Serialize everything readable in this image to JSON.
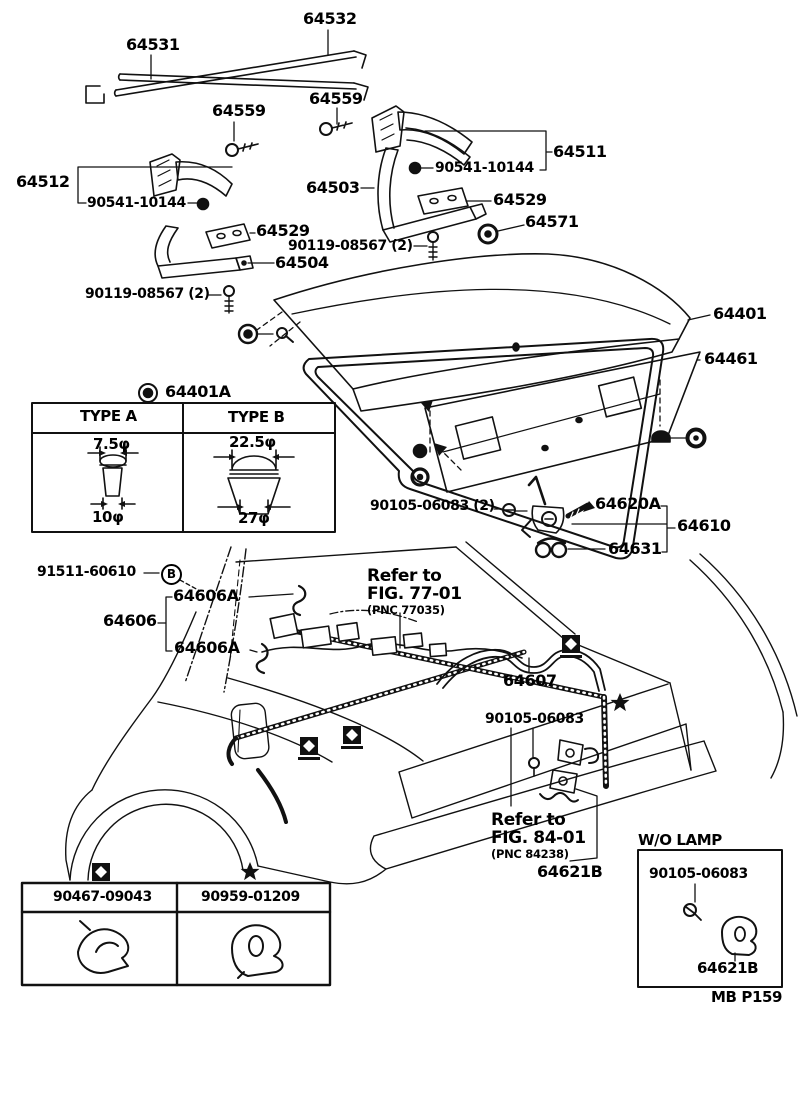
{
  "diagram": {
    "page_code": "MB P159",
    "callouts": {
      "c64531": "64531",
      "c64532": "64532",
      "c64559": "64559",
      "c64511": "64511",
      "c64512": "64512",
      "c90541": "90541-10144",
      "c64503": "64503",
      "c64529": "64529",
      "c64571": "64571",
      "c90119": "90119-08567 (2)",
      "c64504": "64504",
      "c64401": "64401",
      "c64461": "64461",
      "c64401A": "64401A",
      "c90105_2": "90105-06083 (2)",
      "c90105": "90105-06083",
      "c64620A": "64620A",
      "c64610": "64610",
      "c64631": "64631",
      "c91511": "91511-60610",
      "c64606A": "64606A",
      "c64606": "64606",
      "c64607": "64607",
      "c64621B": "64621B"
    },
    "markers": {
      "circled_b": "B"
    },
    "notes": {
      "refer77": {
        "l1": "Refer to",
        "l2": "FIG. 77-01",
        "l3": "(PNC 77035)"
      },
      "refer84": {
        "l1": "Refer to",
        "l2": "FIG. 84-01",
        "l3": "(PNC 84238)"
      }
    },
    "type_table": {
      "marker_part": "64401A",
      "type_a": "TYPE A",
      "type_b": "TYPE B",
      "a_dim_top": "7.5φ",
      "a_dim_bottom": "10φ",
      "b_dim_top": "22.5φ",
      "b_dim_bottom": "27φ"
    },
    "clip_table": {
      "col1": "90467-09043",
      "col2": "90959-01209"
    },
    "wo_lamp_box": {
      "title": "W/O LAMP",
      "part1": "90105-06083",
      "part2": "64621B"
    }
  }
}
